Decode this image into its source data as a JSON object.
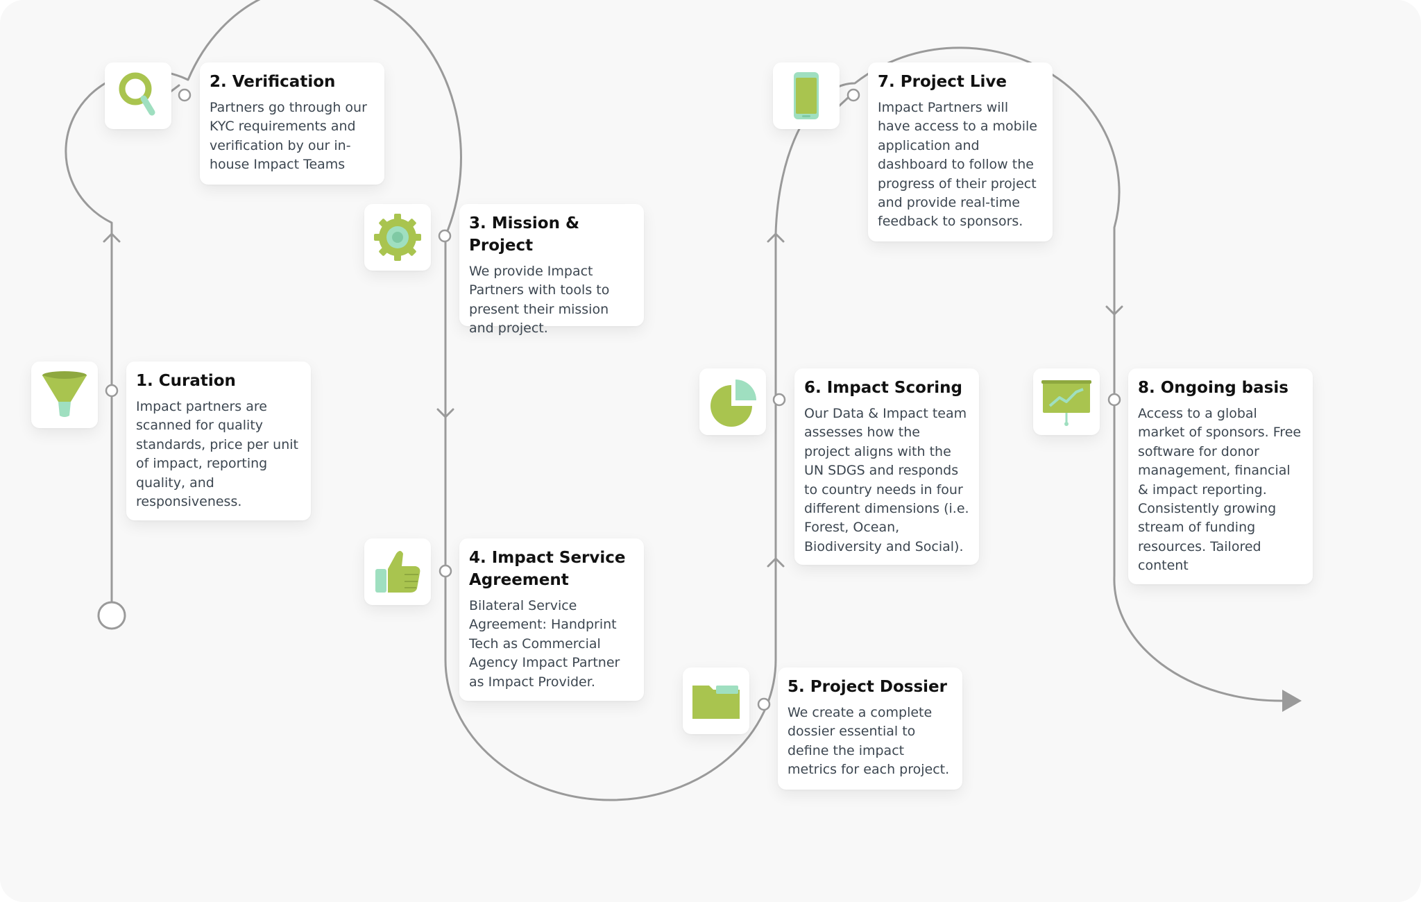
{
  "steps": [
    {
      "title": "1. Curation",
      "text": "Impact partners are scanned for quality standards, price per unit of impact, reporting quality, and responsiveness.",
      "icon": "funnel-icon"
    },
    {
      "title": "2. Verification",
      "text": "Partners go through our KYC requirements and verification by our in-house Impact Teams",
      "icon": "magnifier-icon"
    },
    {
      "title": "3. Mission & Project",
      "text": "We provide Impact Partners with tools to present their mission and project.",
      "icon": "gear-icon"
    },
    {
      "title": "4. Impact Service Agreement",
      "text": "Bilateral Service Agreement: Handprint Tech as Commercial Agency Impact Partner as Impact Provider.",
      "icon": "thumbs-up-icon"
    },
    {
      "title": "5. Project Dossier",
      "text": "We create a complete dossier essential to define the impact metrics for each project.",
      "icon": "folder-icon"
    },
    {
      "title": "6. Impact Scoring",
      "text": "Our Data & Impact team assesses how the project aligns with the UN SDGS and responds to country needs in four different dimensions (i.e. Forest, Ocean, Biodiversity and Social).",
      "icon": "pie-chart-icon"
    },
    {
      "title": "7. Project Live",
      "text": "Impact Partners will have access to a mobile application and dashboard to follow the progress of their project and provide real-time feedback to sponsors.",
      "icon": "smartphone-icon"
    },
    {
      "title": "8. Ongoing basis",
      "text": "Access to a global market of sponsors. Free software for donor management, financial & impact reporting. Consistently growing stream of funding resources. Tailored content",
      "icon": "presentation-board-icon"
    }
  ],
  "colors": {
    "background": "#f8f8f8",
    "path": "#9a9a9a",
    "icon_green": "#a9c44f",
    "icon_mint": "#9fdfc0",
    "title_text": "#111111",
    "body_text": "#3c4650"
  }
}
